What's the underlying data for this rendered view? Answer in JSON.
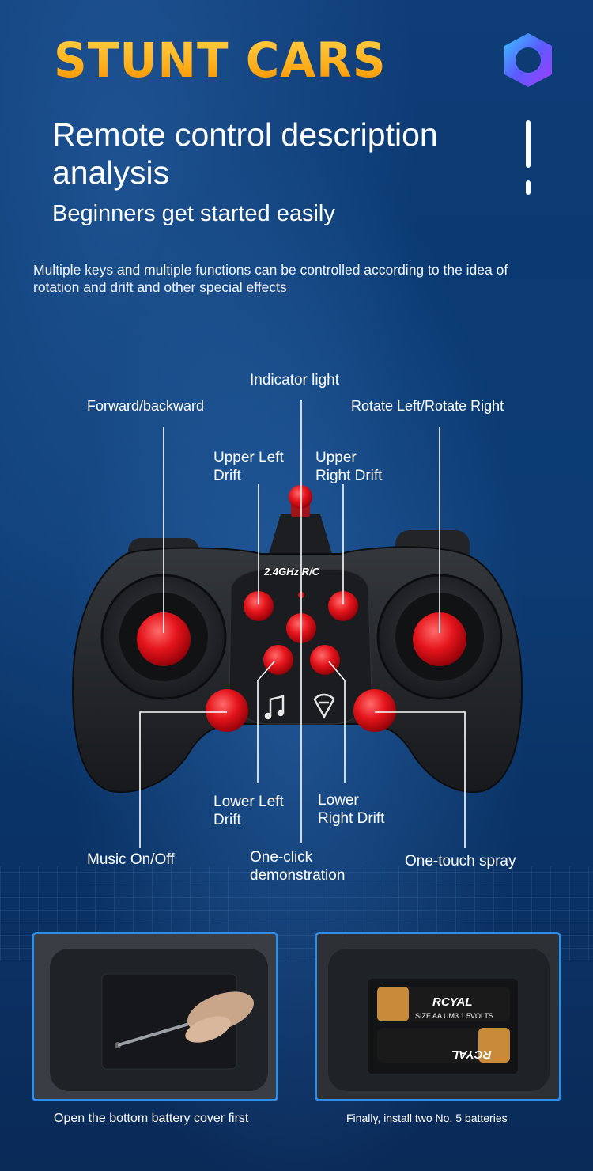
{
  "header": {
    "brand_title": "STUNT CARS",
    "heading": "Remote control description analysis",
    "subheading": "Beginners get started easily",
    "intro": "Multiple keys and multiple functions can be controlled according to the idea of rotation and drift and other special effects"
  },
  "controller": {
    "model_text": "2.4GHz  R/C",
    "labels": {
      "indicator_light": "Indicator light",
      "forward_backward": "Forward/backward",
      "rotate": "Rotate Left/Rotate Right",
      "upper_left_drift_1": "Upper Left",
      "upper_left_drift_2": "Drift",
      "upper_right_drift_1": "Upper",
      "upper_right_drift_2": "Right Drift",
      "lower_left_drift_1": "Lower Left",
      "lower_left_drift_2": "Drift",
      "lower_right_drift_1": "Lower",
      "lower_right_drift_2": "Right Drift",
      "music": "Music On/Off",
      "demo_1": "One-click",
      "demo_2": "demonstration",
      "spray": "One-touch spray"
    }
  },
  "battery": {
    "step1_caption": "Open the bottom battery cover first",
    "step2_caption": "Finally, install two No. 5 batteries",
    "battery_brand": "RCYAL",
    "battery_spec": "SIZE AA UM3 1.5VOLTS"
  },
  "colors": {
    "background": "#0d3c74",
    "title_gold": "#ffae1a",
    "button_red": "#e4141b",
    "frame_blue": "#2f8de8"
  },
  "icons": [
    "hexagon-logo-icon",
    "music-note-icon",
    "spray-icon",
    "demo-icon",
    "drift-icon"
  ]
}
